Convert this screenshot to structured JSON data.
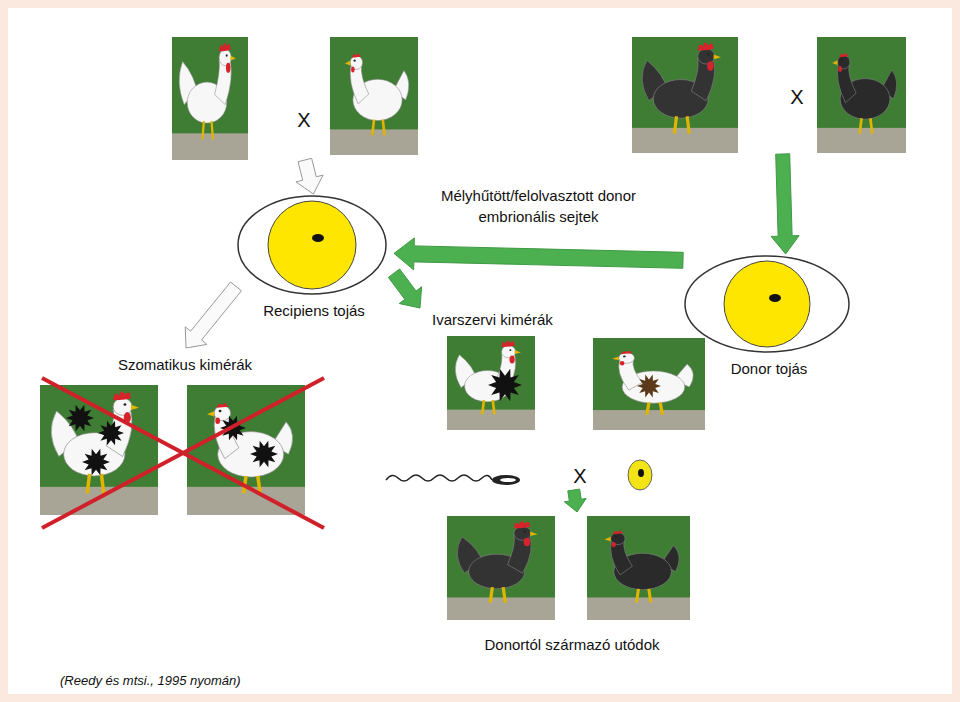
{
  "diagram": {
    "nodes": [
      {
        "text": [
          "X"
        ]
      },
      {
        "text": [
          "X"
        ]
      },
      {
        "text": [
          "Recipiens tojás"
        ]
      },
      {
        "text": [
          "Donor tojás"
        ]
      },
      {
        "text": [
          "Szomatikus kimérák"
        ]
      },
      {
        "text": [
          "Ivarszervi kimérák",
          "X"
        ]
      },
      {
        "text": [
          "Donortól származó utódok"
        ]
      }
    ],
    "edges": [
      {
        "from": 0,
        "to": 2,
        "arrow": "to"
      },
      {
        "from": 1,
        "to": 3,
        "arrow": "to"
      },
      {
        "from": 3,
        "to": 2,
        "label": "Mélyhűtött/felolvasztott donor embrionális sejtek",
        "arrow": "to"
      },
      {
        "from": 2,
        "to": 4,
        "arrow": "to"
      },
      {
        "from": 2,
        "to": 5,
        "arrow": "to"
      },
      {
        "from": 5,
        "to": 6,
        "arrow": "to"
      }
    ],
    "labels": [
      "(Reedy és mtsi., 1995 nyomán)"
    ]
  }
}
